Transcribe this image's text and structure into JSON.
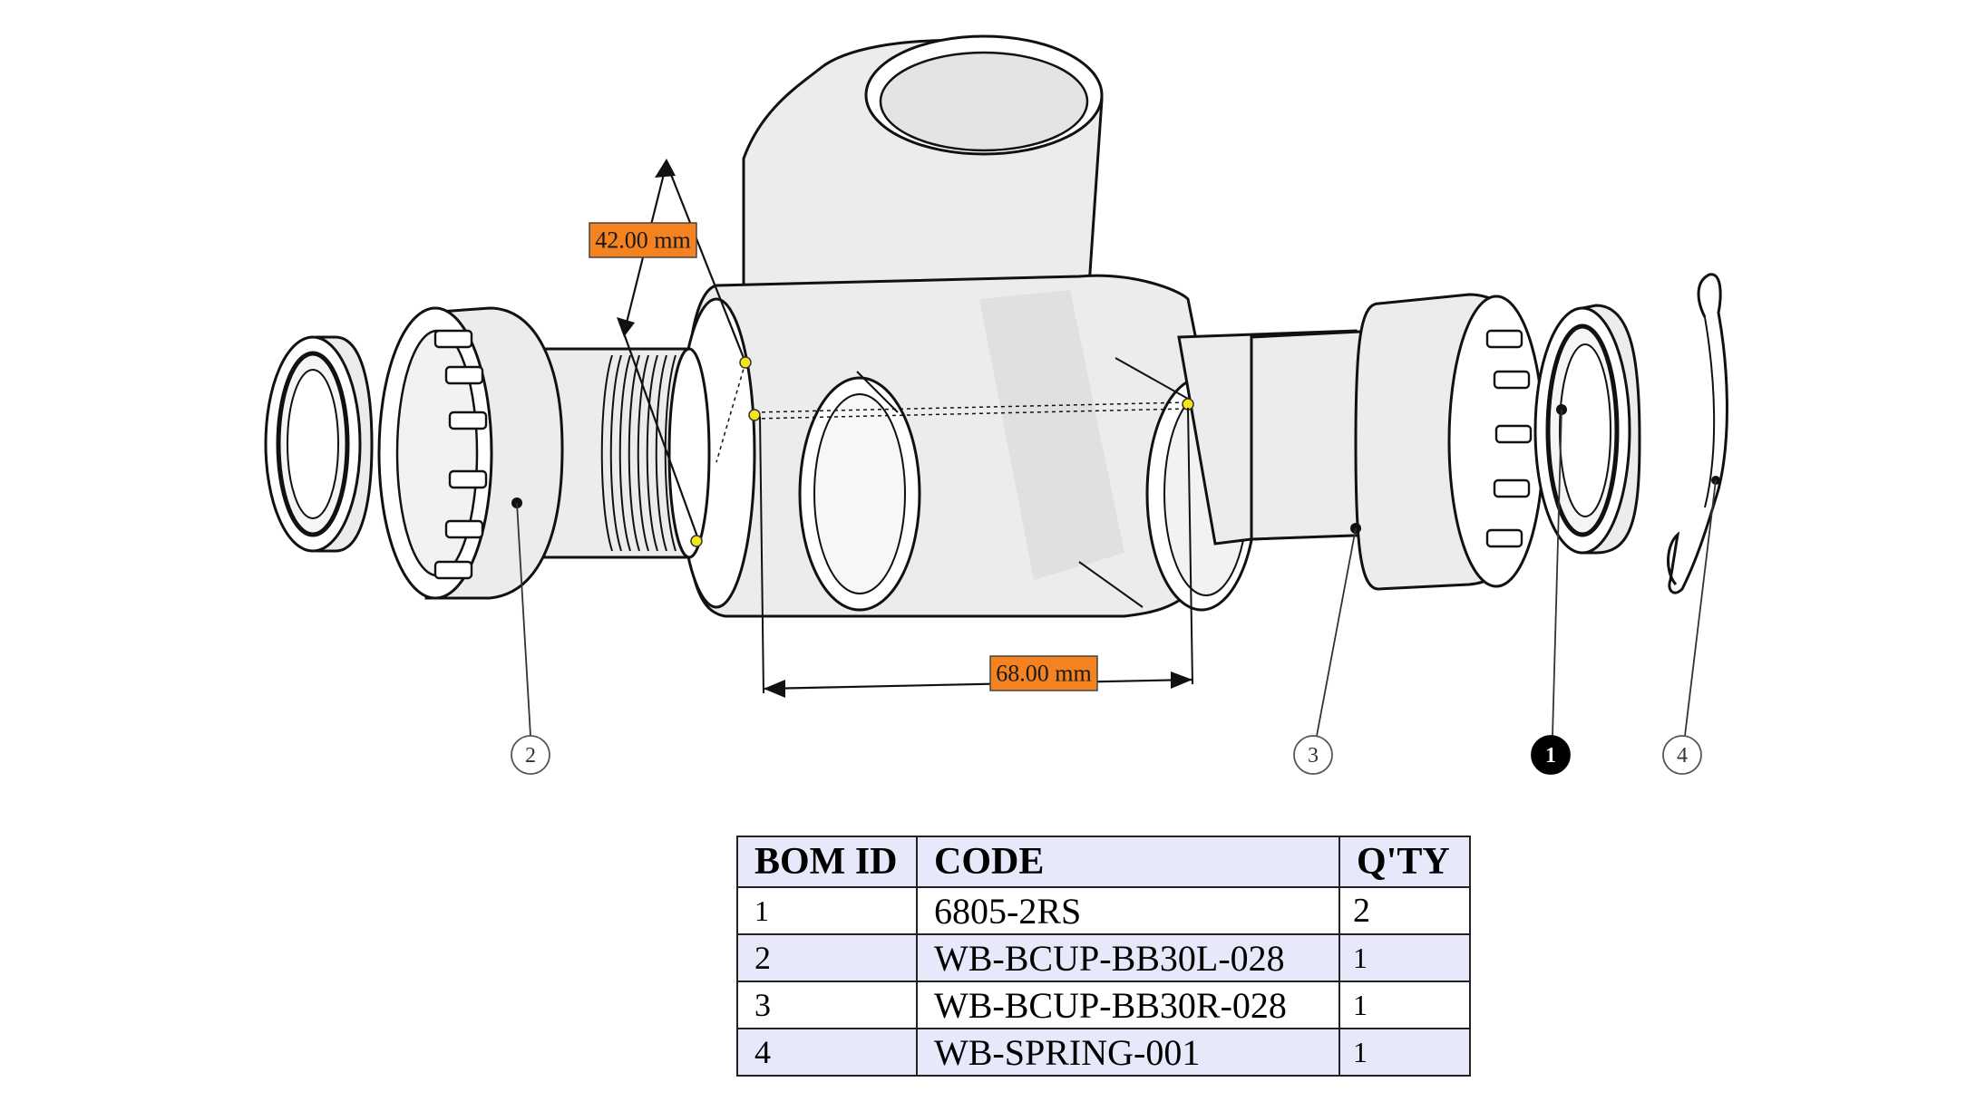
{
  "dimensions": {
    "bearing_width": "42.00 mm",
    "shell_width": "68.00 mm"
  },
  "callouts": [
    {
      "label": "2",
      "active": false
    },
    {
      "label": "3",
      "active": false
    },
    {
      "label": "1",
      "active": true
    },
    {
      "label": "4",
      "active": false
    }
  ],
  "bom": {
    "headers": [
      "BOM ID",
      "CODE",
      "Q'TY"
    ],
    "rows": [
      {
        "id": "1",
        "code": "6805-2RS",
        "qty": "2"
      },
      {
        "id": "2",
        "code": "WB-BCUP-BB30L-028",
        "qty": "1"
      },
      {
        "id": "3",
        "code": "WB-BCUP-BB30R-028",
        "qty": "1"
      },
      {
        "id": "4",
        "code": "WB-SPRING-001",
        "qty": "1"
      }
    ]
  },
  "colors": {
    "dimension_label": "#f58220",
    "table_header": "#e8e8fb",
    "measure_point": "#f5e61a"
  }
}
